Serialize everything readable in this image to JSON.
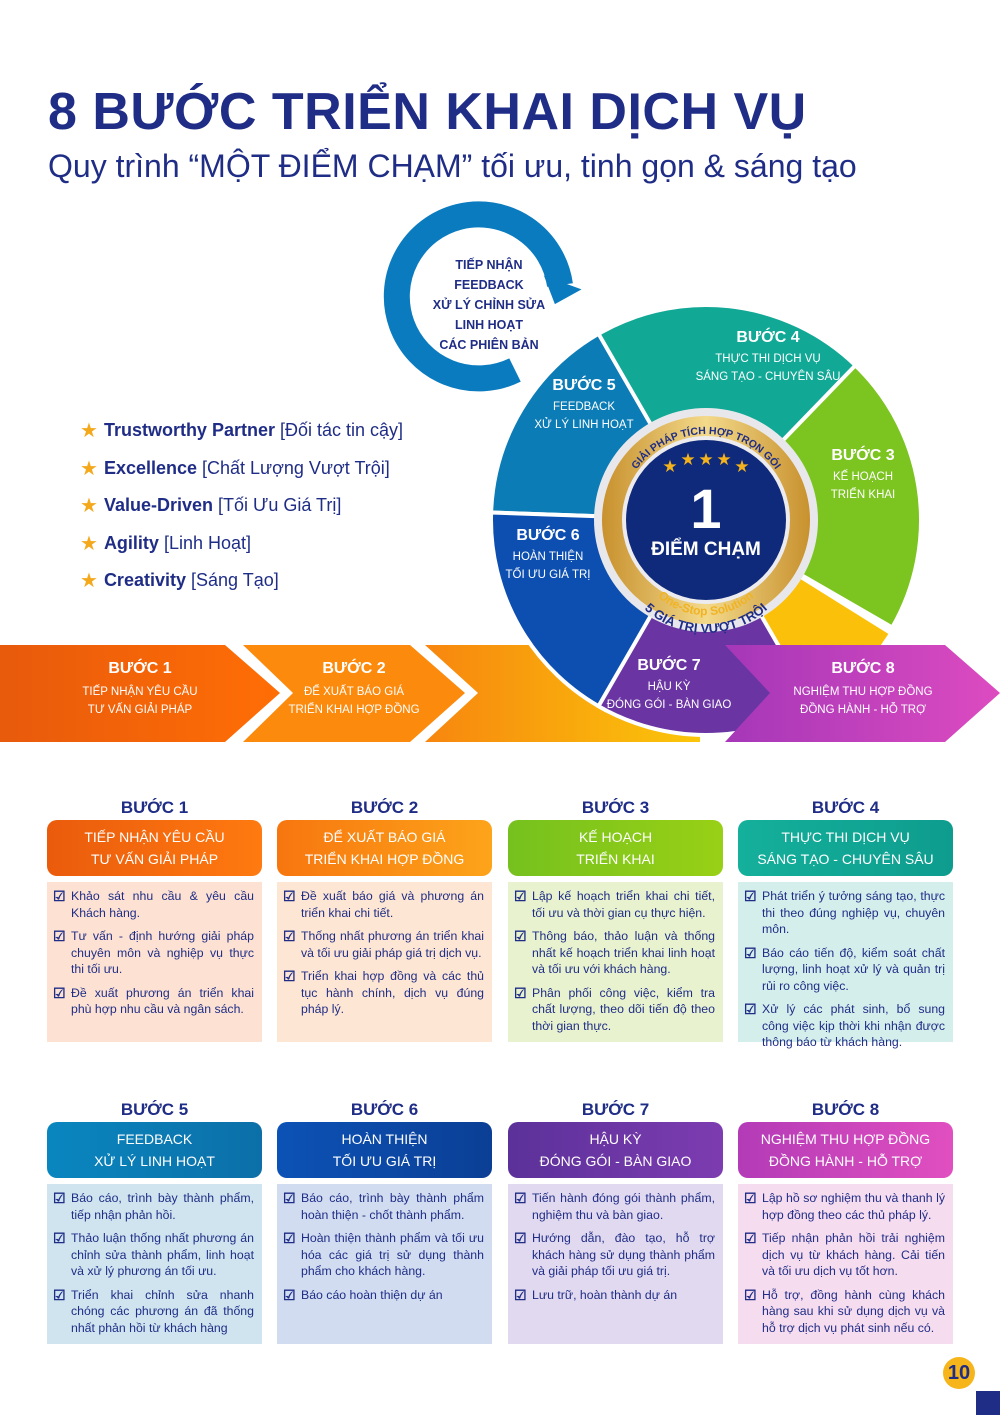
{
  "title": "8 BƯỚC TRIỂN KHAI DỊCH VỤ",
  "subtitle": "Quy trình “MỘT ĐIỂM CHẠM” tối ưu, tinh gọn & sáng tạo",
  "values": [
    {
      "en": "Trustworthy Partner",
      "vi": "[Đối tác tin cậy]"
    },
    {
      "en": "Excellence",
      "vi": "[Chất Lượng Vượt Trội]"
    },
    {
      "en": "Value-Driven",
      "vi": "[Tối Ưu Giá Trị]"
    },
    {
      "en": "Agility",
      "vi": "[Linh Hoạt]"
    },
    {
      "en": "Creativity",
      "vi": "[Sáng Tạo]"
    }
  ],
  "loop": [
    "TIẾP NHẬN",
    "FEEDBACK",
    "XỬ LÝ CHỈNH SỬA",
    "LINH HOẠT",
    "CÁC PHIÊN BẢN"
  ],
  "badge": {
    "top": "GIẢI PHÁP TÍCH HỢP TRỌN GÓI",
    "number": "1",
    "main": "ĐIỂM CHẠM",
    "tagline": "One-Stop Solution",
    "bottom": "5 GIÁ TRỊ VƯỢT TRỘI",
    "stars": 5
  },
  "colors": {
    "s1": "#ee5f0c",
    "s2": "#f7860f",
    "s3": "#7cc420",
    "s4": "#12a896",
    "s5": "#0c7cb6",
    "s6": "#0d4fb0",
    "s7": "#6a35a3",
    "s8": "#c840b8",
    "navy": "#1f2d86",
    "gold": "#d9a53a"
  },
  "steps": [
    {
      "label": "BƯỚC 1",
      "l1": "TIẾP NHẬN YÊU CẦU",
      "l2": "TƯ VẤN GIẢI PHÁP",
      "items": [
        "Khảo sát nhu cầu & yêu cầu Khách hàng.",
        "Tư vấn - định hướng giải pháp chuyên môn và nghiệp vụ thực thi tối ưu.",
        "Đề xuất phương án triển khai phù hợp nhu cầu và ngân sách."
      ]
    },
    {
      "label": "BƯỚC 2",
      "l1": "ĐỂ XUẤT BÁO GIÁ",
      "l2": "TRIỂN KHAI HỢP ĐỒNG",
      "items": [
        "Đề xuất báo giá và phương án triển khai chi tiết.",
        "Thống nhất phương án triển khai và tối ưu giải pháp giá trị dịch vụ.",
        "Triển khai hợp đồng và các thủ tục hành chính, dịch vụ đúng pháp lý."
      ]
    },
    {
      "label": "BƯỚC 3",
      "l1": "KẾ HOẠCH",
      "l2": "TRIỂN KHAI",
      "items": [
        "Lập kế hoạch triển khai chi tiết, tối ưu và thời gian cụ thực hiện.",
        "Thông báo, thảo luận và thống nhất kế hoạch triển khai linh hoạt và tối ưu với khách hàng.",
        "Phân phối công việc, kiểm tra chất lượng, theo dõi tiến độ theo thời gian thực."
      ]
    },
    {
      "label": "BƯỚC 4",
      "l1": "THỰC THI DỊCH VỤ",
      "l2": "SÁNG TẠO - CHUYÊN SÂU",
      "items": [
        "Phát triển ý tưởng sáng tạo, thực thi theo đúng nghiệp vụ, chuyên môn.",
        "Báo cáo tiến độ, kiểm soát chất lượng, linh hoạt xử lý và quản trị rủi ro công việc.",
        "Xử lý các phát sinh, bổ sung công việc kịp thời khi nhận được thông báo từ khách hàng."
      ]
    },
    {
      "label": "BƯỚC 5",
      "l1": "FEEDBACK",
      "l2": "XỬ LÝ LINH HOẠT",
      "items": [
        "Báo cáo, trình bày thành phẩm, tiếp nhận phản hồi.",
        "Thảo luận thống nhất phương án chỉnh sửa thành phẩm, linh hoạt và xử lý phương án tối ưu.",
        "Triển khai chỉnh sửa nhanh chóng các phương án đã thống nhất phản hồi từ khách hàng"
      ]
    },
    {
      "label": "BƯỚC 6",
      "l1": "HOÀN THIỆN",
      "l2": "TỐI ƯU GIÁ TRỊ",
      "items": [
        "Báo cáo, trình bày thành phẩm hoàn thiện - chốt thành phẩm.",
        "Hoàn thiện thành phẩm và tối ưu hóa các giá trị sử dụng thành phẩm cho khách hàng.",
        "Báo cáo hoàn thiện dự án"
      ]
    },
    {
      "label": "BƯỚC 7",
      "l1": "HẬU KỲ",
      "l2": "ĐÓNG GÓI - BÀN GIAO",
      "items": [
        "Tiến hành đóng gói thành phẩm, nghiệm thu và bàn giao.",
        "Hướng dẫn, đào tạo, hỗ trợ khách hàng sử dụng thành phẩm và giải pháp tối ưu giá trị.",
        "Lưu trữ, hoàn thành dự án"
      ]
    },
    {
      "label": "BƯỚC 8",
      "l1": "NGHIỆM THU HỢP ĐỒNG",
      "l2": "ĐỒNG HÀNH - HỖ TRỢ",
      "items": [
        "Lập hồ sơ nghiệm thu và thanh lý hợp đồng theo các thủ pháp lý.",
        "Tiếp nhận phản hồi trải nghiệm dịch vụ từ khách hàng. Cải tiến và tối ưu dịch vụ tốt hơn.",
        "Hỗ trợ, đồng hành cùng khách hàng sau khi sử dụng dịch vụ và hỗ trợ dịch vụ phát sinh nếu có."
      ]
    }
  ],
  "page_number": "10"
}
